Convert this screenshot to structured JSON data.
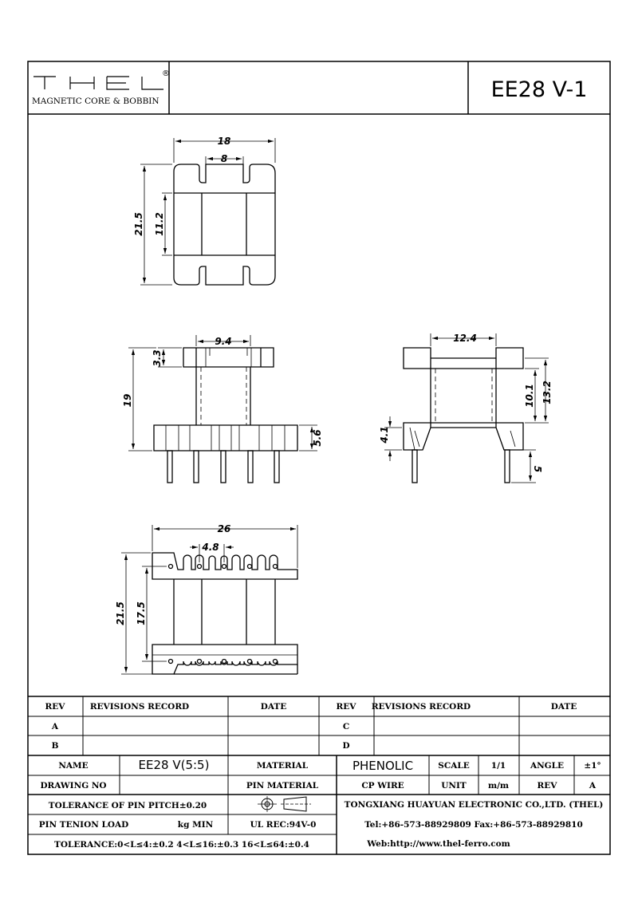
{
  "header": {
    "logo_text": "THEL",
    "logo_registered": "®",
    "logo_subtitle": "MAGNETIC CORE & BOBBIN",
    "part_title": "EE28 V-1"
  },
  "dimensions": {
    "top_view": {
      "width": "18",
      "slot_width": "8",
      "height": "21.5",
      "inner_height": "11.2"
    },
    "front_view": {
      "core_width": "9.4",
      "flange_top": "3.3",
      "total_height": "19",
      "base_height": "5.6"
    },
    "side_view": {
      "core_depth": "12.4",
      "inner_height": "10.1",
      "outer_height": "13.2",
      "base_height": "4.1",
      "pin_length": "5"
    },
    "bottom_view": {
      "width": "26",
      "pin_pitch": "4.8",
      "height": "21.5",
      "pin_row_spacing": "17.5"
    }
  },
  "title_block": {
    "rev_header": "REV",
    "revisions_header": "REVISIONS RECORD",
    "date_header": "DATE",
    "rev_a": "A",
    "rev_b": "B",
    "rev_c": "C",
    "rev_d": "D",
    "name_label": "NAME",
    "name_value": "EE28 V(5:5)",
    "material_label": "MATERIAL",
    "material_value": "PHENOLIC",
    "scale_label": "SCALE",
    "scale_value": "1/1",
    "angle_label": "ANGLE",
    "angle_value": "±1°",
    "drawing_no_label": "DRAWING NO",
    "pin_material_label": "PIN MATERIAL",
    "pin_material_value": "CP WIRE",
    "unit_label": "UNIT",
    "unit_value": "m/m",
    "rev_label": "REV",
    "rev_value": "A",
    "tolerance_pitch": "TOLERANCE OF PIN PITCH±0.20",
    "company": "TONGXIANG HUAYUAN ELECTRONIC CO.,LTD. (THEL)",
    "pin_tension_label": "PIN TENION LOAD",
    "pin_tension_unit": "kg MIN",
    "ul_rec": "UL REC:94V-0",
    "contact": "Tel:+86-573-88929809 Fax:+86-573-88929810",
    "tolerance": "TOLERANCE:0<L≤4:±0.2  4<L≤16:±0.3  16<L≤64:±0.4",
    "web": "Web:http://www.thel-ferro.com"
  }
}
